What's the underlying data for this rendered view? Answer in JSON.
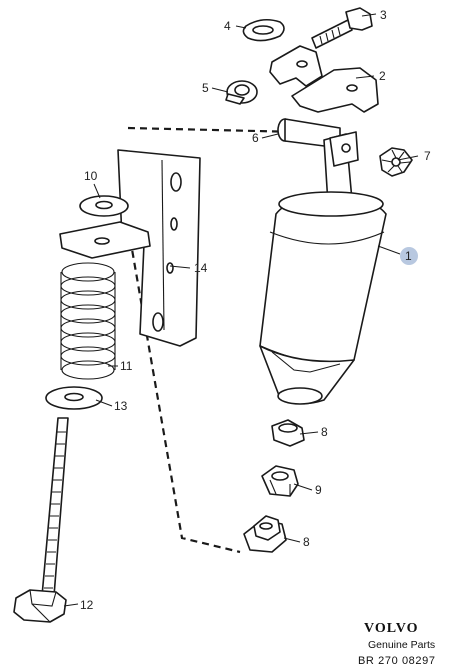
{
  "callouts": {
    "c1": "1",
    "c2": "2",
    "c3": "3",
    "c4": "4",
    "c5": "5",
    "c6": "6",
    "c7": "7",
    "c8a": "8",
    "c8b": "8",
    "c9": "9",
    "c10": "10",
    "c11": "11",
    "c12": "12",
    "c13": "13",
    "c14": "14"
  },
  "brand": {
    "logo": "VOLVO",
    "subtitle": "Genuine Parts",
    "reference": "BR  270  08297"
  },
  "colors": {
    "line": "#1a1a1a",
    "highlight": "#b8c8e0",
    "background": "#ffffff"
  }
}
